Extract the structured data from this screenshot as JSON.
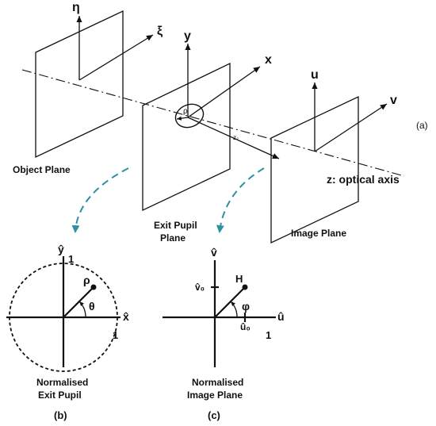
{
  "top": {
    "object_plane": {
      "label": "Object Plane",
      "axis_vertical": "η",
      "axis_horizontal": "ξ"
    },
    "exit_pupil": {
      "label_line1": "Exit Pupil",
      "label_line2": "Plane",
      "axis_vertical": "y",
      "axis_horizontal": "x",
      "rho": "ρ"
    },
    "propagation": "z₂",
    "image_plane": {
      "label": "Image Plane",
      "axis_vertical": "u",
      "axis_horizontal": "v"
    },
    "optical_axis": "z: optical axis",
    "panel_tag": "(a)"
  },
  "panel_b": {
    "axis_y": "ŷ",
    "axis_x": "x̂",
    "y_one": "1",
    "x_one": "1",
    "rho": "ρ",
    "theta": "θ",
    "caption_line1": "Normalised",
    "caption_line2": "Exit Pupil",
    "tag": "(b)"
  },
  "panel_c": {
    "axis_v": "v̂",
    "axis_u": "û",
    "v0": "v̂₀",
    "u0": "û₀",
    "point": "H",
    "phi": "φ",
    "u_one": "1",
    "caption_line1": "Normalised",
    "caption_line2": "Image Plane",
    "tag": "(c)"
  },
  "colors": {
    "ink": "#111111",
    "arrow": "#2f8fa3",
    "background": "#ffffff"
  }
}
